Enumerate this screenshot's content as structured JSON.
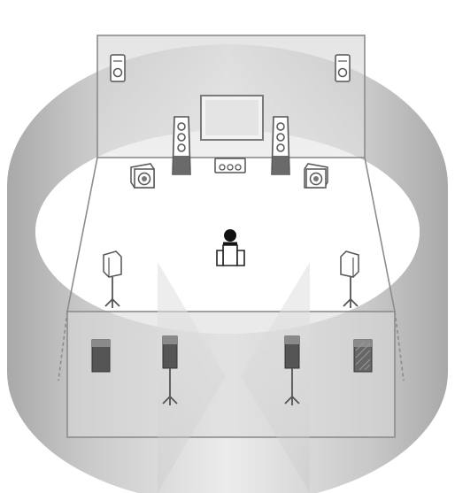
{
  "diagram": {
    "colors": {
      "background": "#ffffff",
      "ring_light": "#e6e6e6",
      "ring_dark": "#a9a9a9",
      "room_line": "#8c8c8c",
      "speaker_body": "#5a5a5a",
      "speaker_outline": "#444444",
      "listener": "#111111"
    },
    "components": [
      {
        "id": "tv",
        "icon": "tv-icon"
      },
      {
        "id": "front-presence-left",
        "icon": "speaker-icon"
      },
      {
        "id": "front-presence-right",
        "icon": "speaker-icon"
      },
      {
        "id": "front-left",
        "icon": "tower-speaker-icon"
      },
      {
        "id": "front-right",
        "icon": "tower-speaker-icon"
      },
      {
        "id": "center",
        "icon": "center-speaker-icon"
      },
      {
        "id": "subwoofer-left",
        "icon": "subwoofer-icon"
      },
      {
        "id": "subwoofer-right",
        "icon": "subwoofer-icon"
      },
      {
        "id": "surround-left",
        "icon": "speaker-on-stand-icon"
      },
      {
        "id": "surround-right",
        "icon": "speaker-on-stand-icon"
      },
      {
        "id": "listener",
        "icon": "listener-icon"
      },
      {
        "id": "surround-back-left",
        "icon": "speaker-on-stand-icon"
      },
      {
        "id": "surround-back-right",
        "icon": "speaker-on-stand-icon"
      },
      {
        "id": "rear-presence-left",
        "icon": "speaker-icon"
      },
      {
        "id": "rear-presence-right",
        "icon": "speaker-icon"
      }
    ]
  }
}
